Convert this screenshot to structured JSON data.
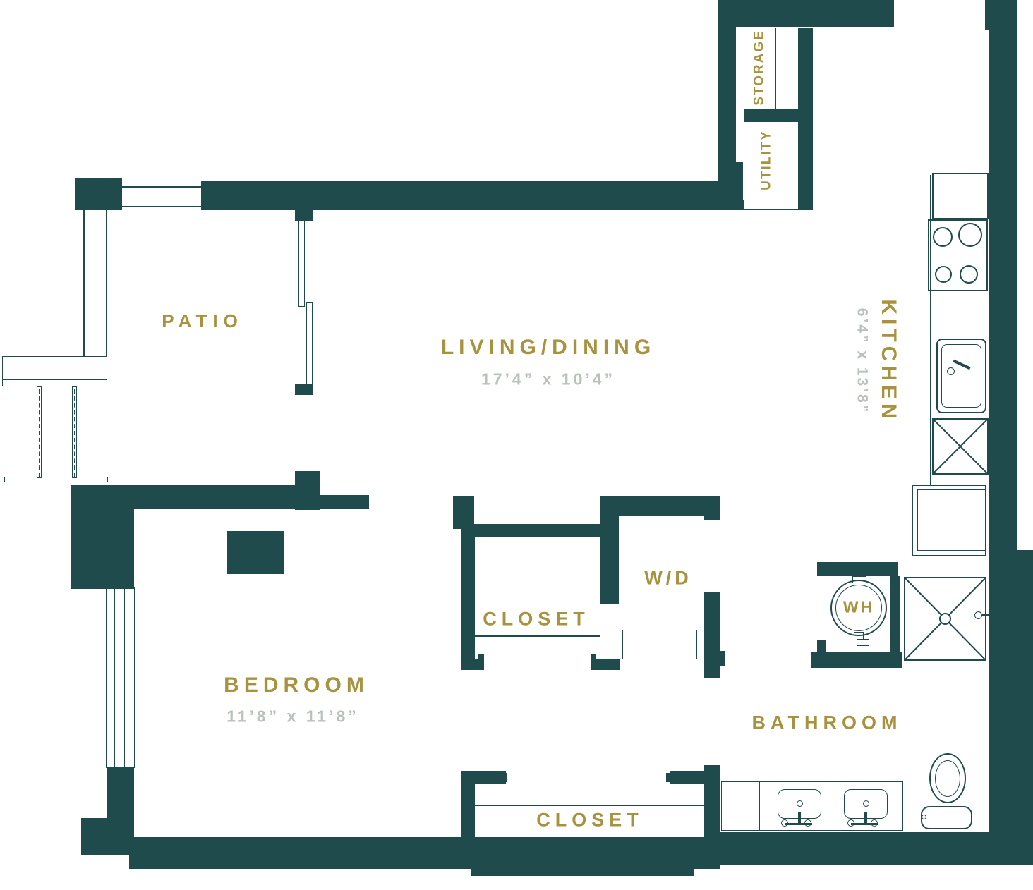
{
  "colors": {
    "wall": "#1f4b4d",
    "gold": "#a8923e",
    "dim": "#b8c2b9"
  },
  "rooms": {
    "patio": {
      "label": "PATIO"
    },
    "living_dining": {
      "label": "LIVING/DINING",
      "dimensions": "17’4” x 10’4”"
    },
    "kitchen": {
      "label": "KITCHEN",
      "dimensions": "6’4” x 13’8”"
    },
    "storage": {
      "label": "STORAGE"
    },
    "utility": {
      "label": "UTILITY"
    },
    "bedroom": {
      "label": "BEDROOM",
      "dimensions": "11’8” x 11’8”"
    },
    "bathroom": {
      "label": "BATHROOM"
    },
    "closet_hall": {
      "label": "CLOSET"
    },
    "closet_bedroom": {
      "label": "CLOSET"
    },
    "washer_dryer": {
      "label": "W/D"
    },
    "water_heater": {
      "label": "WH"
    }
  }
}
